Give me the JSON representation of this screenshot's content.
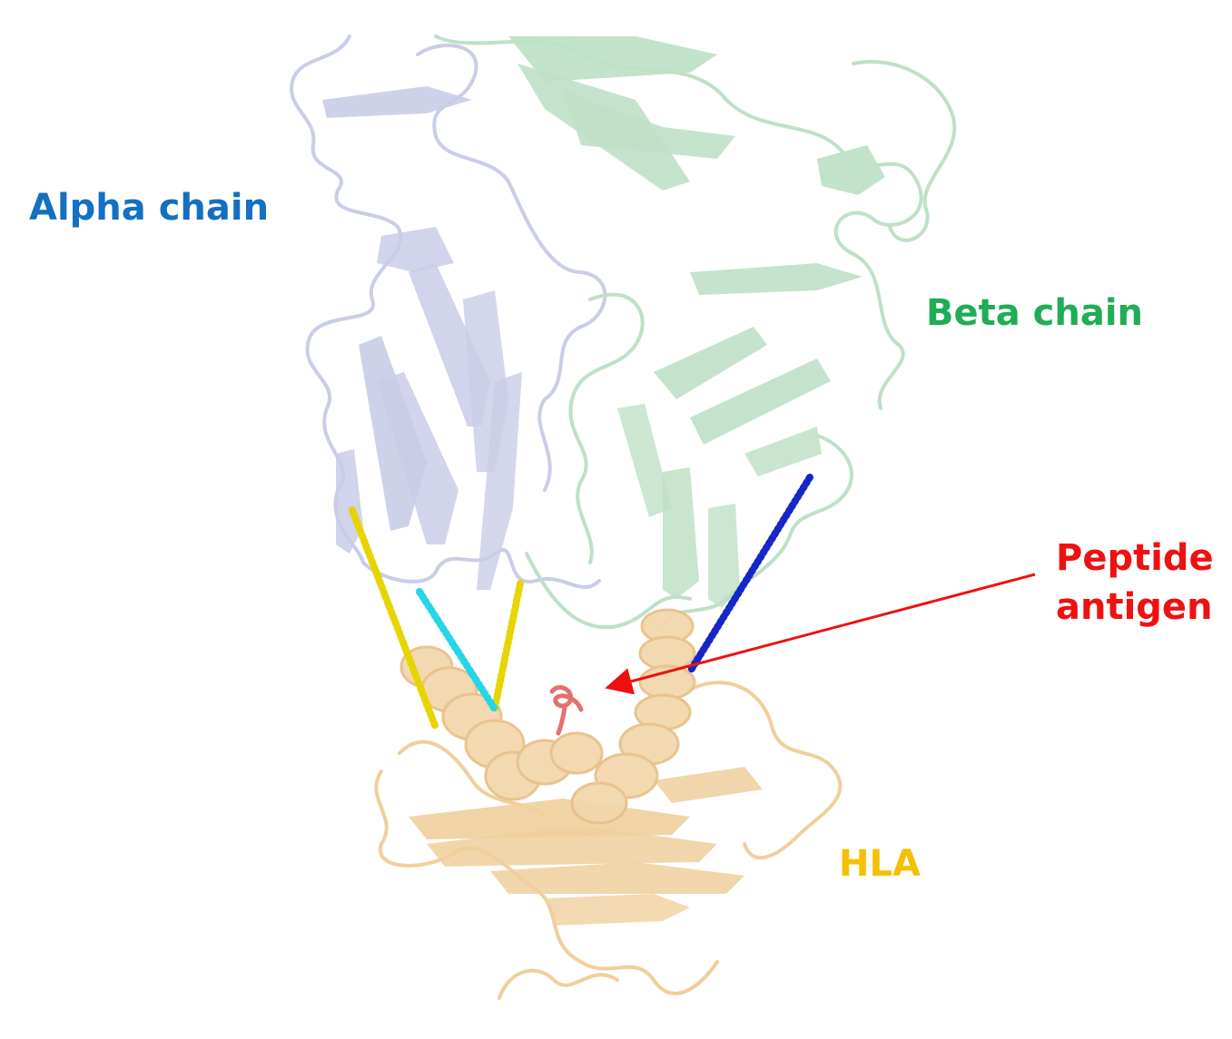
{
  "labels": {
    "alpha": "Alpha chain",
    "beta": "Beta chain",
    "peptide_line1": "Peptide",
    "peptide_line2": "antigen",
    "hla": "HLA"
  },
  "colors": {
    "alpha_text": "#1470c0",
    "beta_text": "#1fad55",
    "peptide_text": "#ee1111",
    "hla_text": "#f5c000",
    "alpha_ribbon": "#c9cde6",
    "beta_ribbon": "#bfe0c6",
    "hla_ribbon": "#f0cf9c",
    "peptide_ribbon": "#e57070",
    "yellow_marker": "#e6d500",
    "cyan_marker": "#26d6e6",
    "blue_marker": "#1626c8",
    "arrow": "#ee1111"
  }
}
